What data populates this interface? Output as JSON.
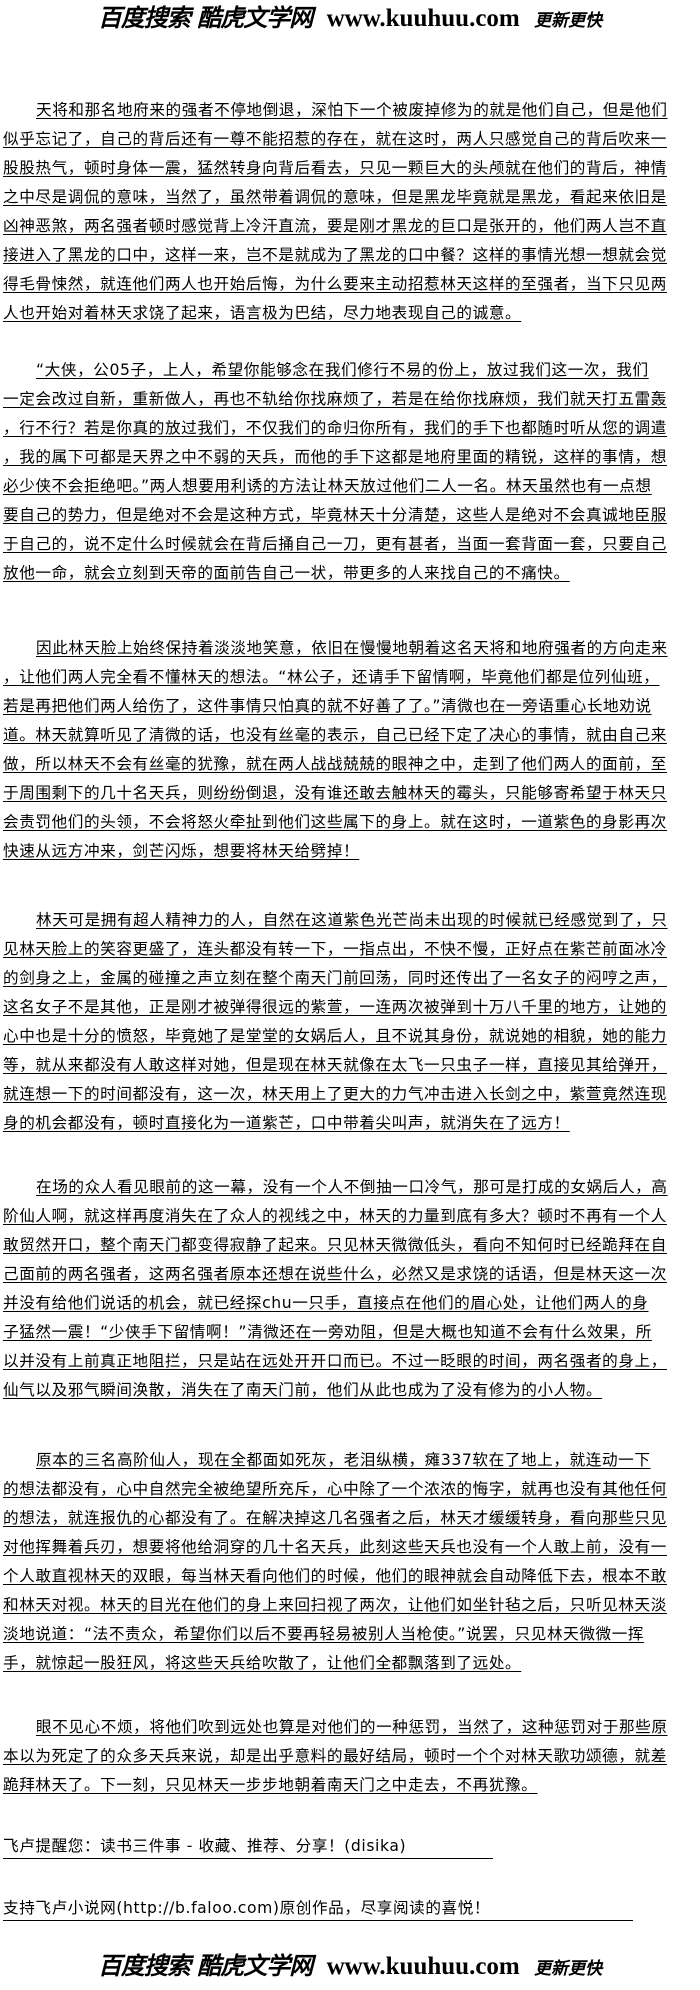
{
  "header": {
    "logo_cn": "百度搜索 酷虎文学网",
    "logo_url": "www.kuuhuu.com",
    "logo_tail": "更新更快"
  },
  "paragraphs": [
    [
      "天将和那名地府来的强者不停地倒退，深怕下一个被废掉修为的就是他们自己，但是他们",
      "似乎忘记了，自己的背后还有一尊不能招惹的存在，就在这时，两人只感觉自己的背后吹来一",
      "股股热气，顿时身体一震，猛然转身向背后看去，只见一颗巨大的头颅就在他们的背后，神情",
      "之中尽是调侃的意味，当然了，虽然带着调侃的意味，但是黑龙毕竟就是黑龙，看起来依旧是",
      "凶神恶煞，两名强者顿时感觉背上冷汗直流，要是刚才黑龙的巨口是张开的，他们两人岂不直",
      "接进入了黑龙的口中，这样一来，岂不是就成为了黑龙的口中餐？这样的事情光想一想就会觉",
      "得毛骨悚然，就连他们两人也开始后悔，为什么要来主动招惹林天这样的至强者，当下只见两",
      "人也开始对着林天求饶了起来，语言极为巴结，尽力地表现自己的诚意。"
    ],
    [
      "“大侠，公05子，上人，希望你能够念在我们修行不易的份上，放过我们这一次，我们",
      "一定会改过自新，重新做人，再也不轨给你找麻烦了，若是在给你找麻烦，我们就天打五雷轰",
      "，行不行？若是你真的放过我们，不仅我们的命归你所有，我们的手下也都随时听从您的调遣",
      "，我的属下可都是天界之中不弱的天兵，而他的手下这都是地府里面的精锐，这样的事情，想",
      "必少侠不会拒绝吧。”两人想要用利诱的方法让林天放过他们二人一名。林天虽然也有一点想",
      "要自己的势力，但是绝对不会是这种方式，毕竟林天十分清楚，这些人是绝对不会真诚地臣服",
      "于自己的，说不定什么时候就会在背后捅自己一刀，更有甚者，当面一套背面一套，只要自己",
      "放他一命，就会立刻到天帝的面前告自己一状，带更多的人来找自己的不痛快。"
    ],
    [
      "因此林天脸上始终保持着淡淡地笑意，依旧在慢慢地朝着这名天将和地府强者的方向走来",
      "，让他们两人完全看不懂林天的想法。“林公子，还请手下留情啊，毕竟他们都是位列仙班，",
      "若是再把他们两人给伤了，这件事情只怕真的就不好善了了。”清微也在一旁语重心长地劝说",
      "道。林天就算听见了清微的话，也没有丝毫的表示，自己已经下定了决心的事情，就由自己来",
      "做，所以林天不会有丝毫的犹豫，就在两人战战兢兢的眼神之中，走到了他们两人的面前，至",
      "于周围剩下的几十名天兵，则纷纷倒退，没有谁还敢去触林天的霉头，只能够寄希望于林天只",
      "会责罚他们的头领，不会将怒火牵扯到他们这些属下的身上。就在这时，一道紫色的身影再次",
      "快速从远方冲来，剑芒闪烁，想要将林天给劈掉！"
    ],
    [
      "林天可是拥有超人精神力的人，自然在这道紫色光芒尚未出现的时候就已经感觉到了，只",
      "见林天脸上的笑容更盛了，连头都没有转一下，一指点出，不快不慢，正好点在紫芒前面冰冷",
      "的剑身之上，金属的碰撞之声立刻在整个南天门前回荡，同时还传出了一名女子的闷哼之声，",
      "这名女子不是其他，正是刚才被弹得很远的紫萱，一连两次被弹到十万八千里的地方，让她的",
      "心中也是十分的愤怒，毕竟她了是堂堂的女娲后人，且不说其身份，就说她的相貌，她的能力",
      "等，就从来都没有人敢这样对她，但是现在林天就像在太飞一只虫子一样，直接见其给弹开，",
      "就连想一下的时间都没有，这一次，林天用上了更大的力气冲击进入长剑之中，紫萱竟然连现",
      "身的机会都没有，顿时直接化为一道紫芒，口中带着尖叫声，就消失在了远方！"
    ],
    [
      "在场的众人看见眼前的这一幕，没有一个人不倒抽一口冷气，那可是打成的女娲后人，高",
      "阶仙人啊，就这样再度消失在了众人的视线之中，林天的力量到底有多大？顿时不再有一个人",
      "敢贸然开口，整个南天门都变得寂静了起来。只见林天微微低头，看向不知何时已经跪拜在自",
      "己面前的两名强者，这两名强者原本还想在说些什么，必然又是求饶的话语，但是林天这一次",
      "并没有给他们说话的机会，就已经探chu一只手，直接点在他们的眉心处，让他们两人的身",
      "子猛然一震！“少侠手下留情啊！”清微还在一旁劝阻，但是大概也知道不会有什么效果，所",
      "以并没有上前真正地阻拦，只是站在远处开开口而已。不过一眨眼的时间，两名强者的身上，",
      "仙气以及邪气瞬间涣散，消失在了南天门前，他们从此也成为了没有修为的小人物。"
    ],
    [
      "原本的三名高阶仙人，现在全都面如死灰，老泪纵横，瘫337软在了地上，就连动一下",
      "的想法都没有，心中自然完全被绝望所充斥，心中除了一个浓浓的悔字，就再也没有其他任何",
      "的想法，就连报仇的心都没有了。在解决掉这几名强者之后，林天才缓缓转身，看向那些只见",
      "对他挥舞着兵刃，想要将他给洞穿的几十名天兵，此刻这些天兵也没有一个人敢上前，没有一",
      "个人敢直视林天的双眼，每当林天看向他们的时候，他们的眼神就会自动降低下去，根本不敢",
      "和林天对视。林天的目光在他们的身上来回扫视了两次，让他们如坐针毡之后，只听见林天淡",
      "淡地说道：“法不责众，希望你们以后不要再轻易被别人当枪使。”说罢，只见林天微微一挥",
      "手，就惊起一股狂风，将这些天兵给吹散了，让他们全都飘落到了远处。"
    ],
    [
      "眼不见心不烦，将他们吹到远处也算是对他们的一种惩罚，当然了，这种惩罚对于那些原",
      "本以为死定了的众多天兵来说，却是出乎意料的最好结局，顿时一个个对林天歌功颂德，就差",
      "跪拜林天了。下一刻，只见林天一步步地朝着南天门之中走去，不再犹豫。"
    ]
  ],
  "footer": {
    "reminder": "飞卢提醒您：读书三件事 - 收藏、推荐、分享！(disika)",
    "support": "支持飞卢小说网(http://b.faloo.com)原创作品，尽享阅读的喜悦！"
  }
}
